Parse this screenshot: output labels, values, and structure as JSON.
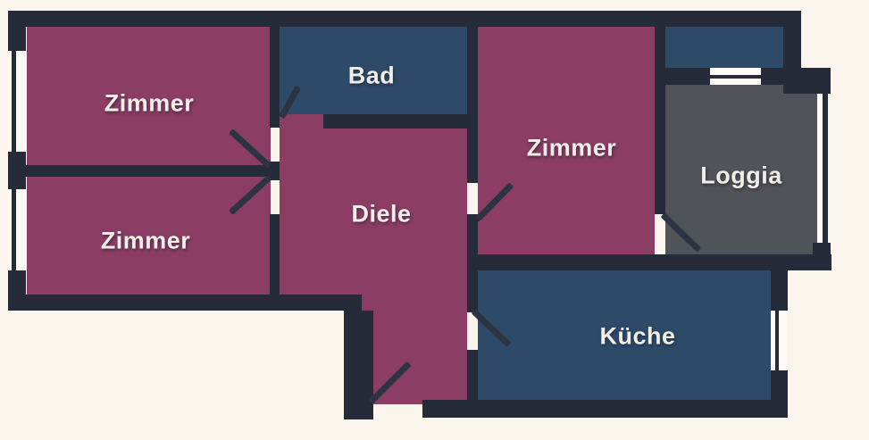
{
  "floorplan": {
    "type": "apartment-floor-plan",
    "language": "de",
    "rooms": [
      {
        "id": "zimmer-top-left",
        "label": "Zimmer"
      },
      {
        "id": "zimmer-bottom-left",
        "label": "Zimmer"
      },
      {
        "id": "bad",
        "label": "Bad"
      },
      {
        "id": "diele",
        "label": "Diele"
      },
      {
        "id": "zimmer-right",
        "label": "Zimmer"
      },
      {
        "id": "loggia",
        "label": "Loggia"
      },
      {
        "id": "kueche",
        "label": "Küche"
      },
      {
        "id": "utility-top-right",
        "label": ""
      }
    ],
    "colors": {
      "background": "#f9f4ec",
      "wall": "#252b38",
      "door_line": "#2c3342",
      "room_purple": "#8b3d64",
      "room_blue": "#2d4b68",
      "loggia_gray": "#505459",
      "window_white": "#fdfaf5",
      "label_text": "#f2eee7"
    }
  }
}
